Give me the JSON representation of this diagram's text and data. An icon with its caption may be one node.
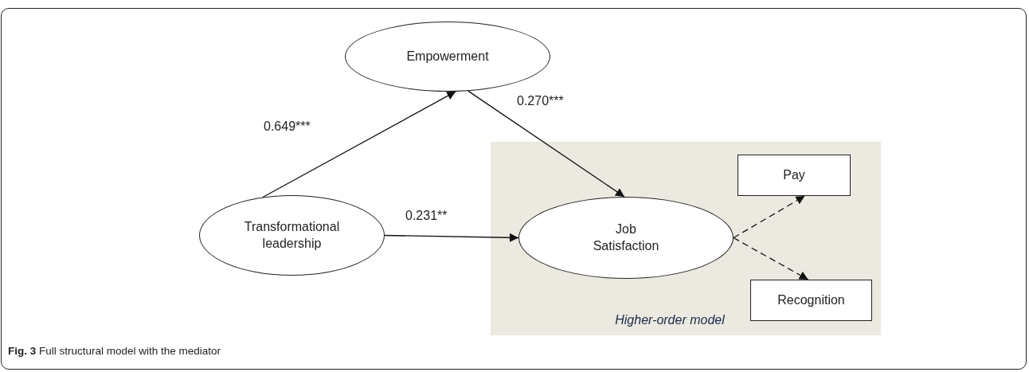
{
  "diagram": {
    "caption": "**Fig. 3** Full structural model with the mediator",
    "nodes": [
      {
        "text": [
          "Empowerment"
        ]
      },
      {
        "text": [
          "Transformational leadership"
        ]
      },
      {
        "text": [
          "Higher-order model"
        ]
      },
      {
        "text": [
          "Job Satisfaction"
        ],
        "in": 2
      },
      {
        "text": [
          "Pay"
        ],
        "in": 2
      },
      {
        "text": [
          "Recognition"
        ],
        "in": 2
      }
    ],
    "edges": [
      {
        "from": 1,
        "to": 0,
        "arrow": "to",
        "label": "0.649***"
      },
      {
        "from": 0,
        "to": 3,
        "arrow": "to",
        "label": "0.270***"
      },
      {
        "from": 1,
        "to": 3,
        "arrow": "to",
        "label": "0.231**"
      },
      {
        "from": 3,
        "to": 4,
        "arrow": "to",
        "style": "dashed"
      },
      {
        "from": 3,
        "to": 5,
        "arrow": "to",
        "style": "dashed"
      }
    ]
  }
}
